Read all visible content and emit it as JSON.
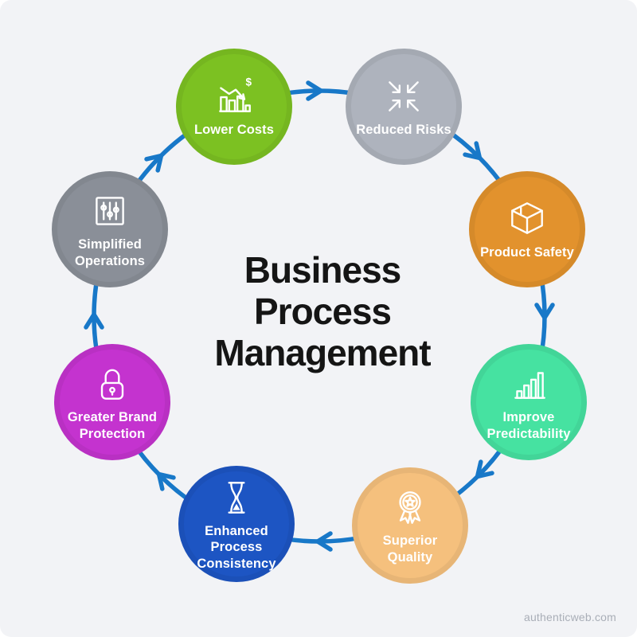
{
  "title": {
    "lines": [
      "Business",
      "Process",
      "Management"
    ]
  },
  "watermark": "authenticweb.com",
  "colors": {
    "bg": "#F2F3F6",
    "arrow": "#1878C8",
    "title": "#151515",
    "watermark": "#A9AEB7",
    "node-text": "#FFFFFF"
  },
  "nodes": [
    {
      "label": "Lower Costs",
      "icon": "chart-decline-dollar-icon",
      "color": "#7CC122"
    },
    {
      "label": "Reduced Risks",
      "icon": "collapse-arrows-icon",
      "color": "#AEB3BD"
    },
    {
      "label": "Product Safety",
      "icon": "package-box-icon",
      "color": "#E2922D"
    },
    {
      "label": "Improve Predictability",
      "icon": "bar-chart-rise-icon",
      "color": "#46E2A1"
    },
    {
      "label": "Superior Quality",
      "icon": "award-medal-icon",
      "color": "#F5C07D"
    },
    {
      "label": "Enhanced Process Consistency",
      "icon": "hourglass-icon",
      "color": "#1D55C3"
    },
    {
      "label": "Greater Brand Protection",
      "icon": "padlock-icon",
      "color": "#C433CF"
    },
    {
      "label": "Simplified Operations",
      "icon": "sliders-icon",
      "color": "#8A8F98"
    }
  ]
}
